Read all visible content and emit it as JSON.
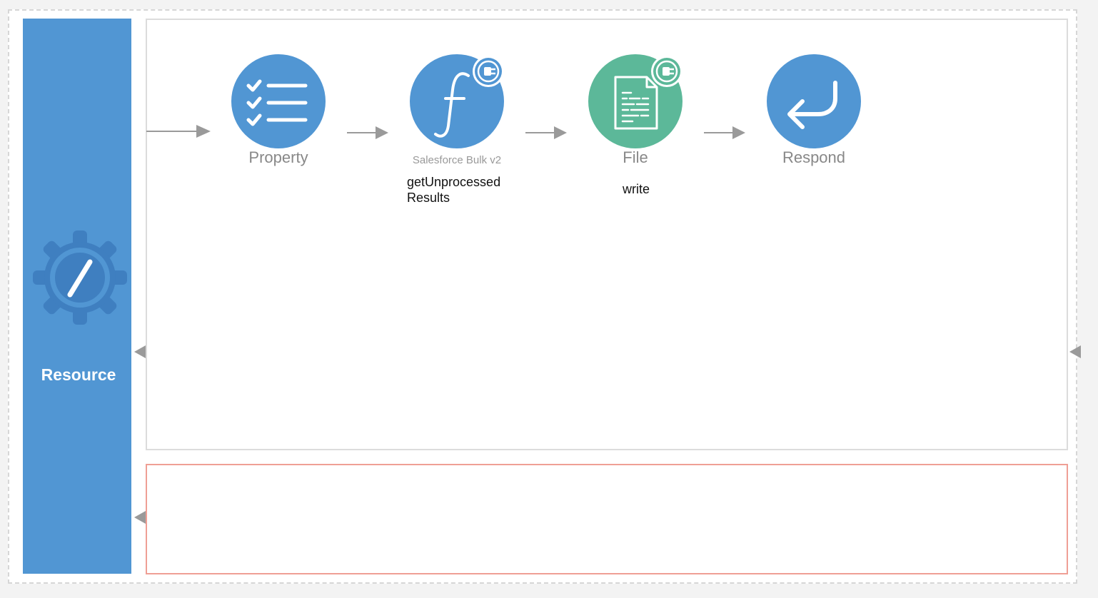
{
  "resource": {
    "label": "Resource",
    "icon": "gear-slash-icon"
  },
  "nodes": [
    {
      "label": "Property",
      "icon": "checklist-icon",
      "color": "#5196d3"
    },
    {
      "label": "Salesforce Bulk v2",
      "operation_line1": "getUnprocessed",
      "operation_line2": "Results",
      "icon": "function-icon",
      "badge": "connector-plug-icon",
      "color": "#5196d3"
    },
    {
      "label": "File",
      "operation": "write",
      "icon": "document-icon",
      "badge": "connector-plug-icon",
      "color": "#5cb899"
    },
    {
      "label": "Respond",
      "icon": "return-arrow-icon",
      "color": "#5196d3"
    }
  ],
  "colors": {
    "resource_bg": "#5196d3",
    "connector_node": "#5196d3",
    "file_node": "#5cb899",
    "arrow": "#9a9a9a",
    "error_border": "#ef9f95"
  }
}
